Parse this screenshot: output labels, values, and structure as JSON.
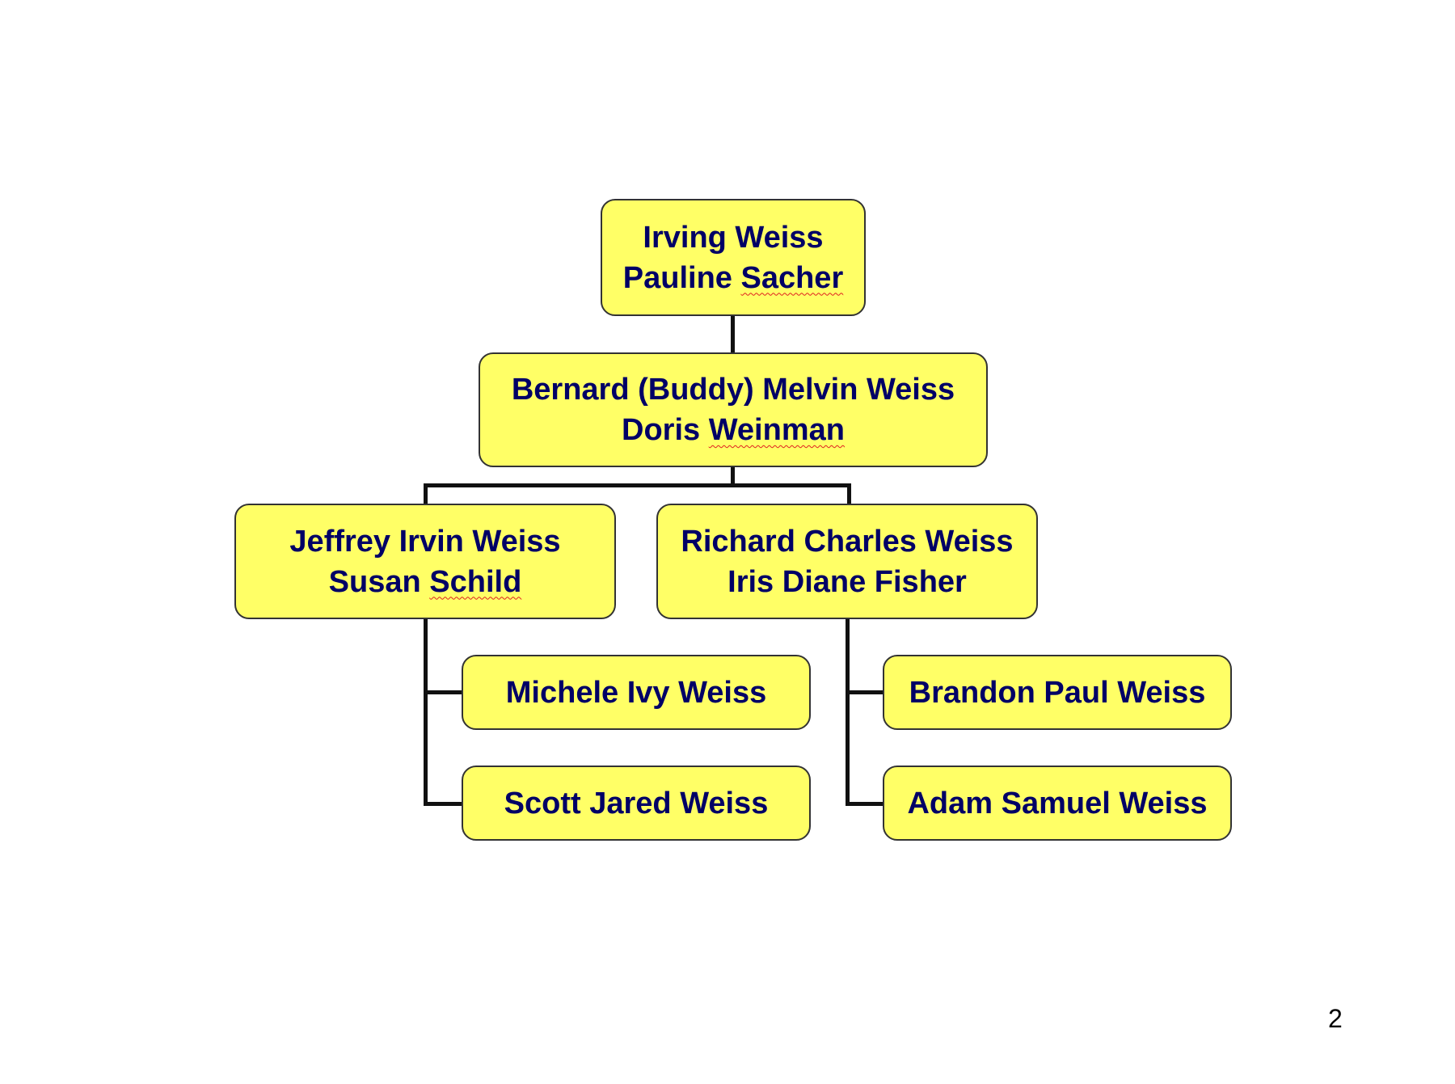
{
  "tree": {
    "gen1": {
      "line1": "Irving Weiss",
      "line2_first": "Pauline",
      "line2_last": "Sacher"
    },
    "gen2": {
      "line1": "Bernard (Buddy) Melvin Weiss",
      "line2_first": "Doris",
      "line2_last": "Weinman"
    },
    "gen3_left": {
      "line1": "Jeffrey Irvin Weiss",
      "line2_first": "Susan",
      "line2_last": "Schild"
    },
    "gen3_right": {
      "line1": "Richard Charles Weiss",
      "line2": "Iris Diane Fisher"
    },
    "gen4_left": [
      "Michele Ivy Weiss",
      "Scott Jared Weiss"
    ],
    "gen4_right": [
      "Brandon Paul Weiss",
      "Adam Samuel Weiss"
    ]
  },
  "page_number": "2",
  "colors": {
    "box_fill": "#ffff66",
    "text": "#000066",
    "connector": "#111111"
  }
}
